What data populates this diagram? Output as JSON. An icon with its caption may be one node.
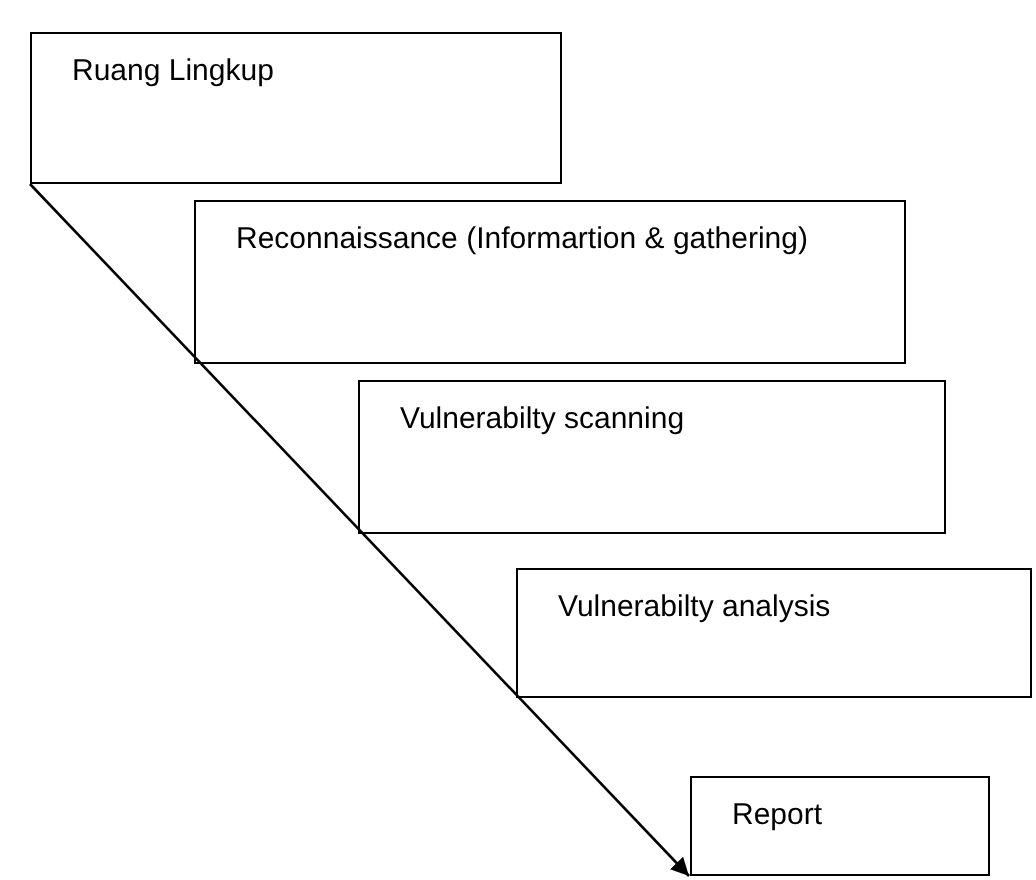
{
  "diagram": {
    "nodes": [
      {
        "text": [
          "Ruang Lingkup"
        ]
      },
      {
        "text": [
          "Reconnaissance (Informartion & gathering)"
        ]
      },
      {
        "text": [
          "Vulnerabilty scanning"
        ]
      },
      {
        "text": [
          "Vulnerabilty analysis"
        ]
      },
      {
        "text": [
          "Report"
        ]
      }
    ],
    "edges": [
      {
        "from": 0,
        "to": 4,
        "arrow": "to"
      }
    ]
  }
}
